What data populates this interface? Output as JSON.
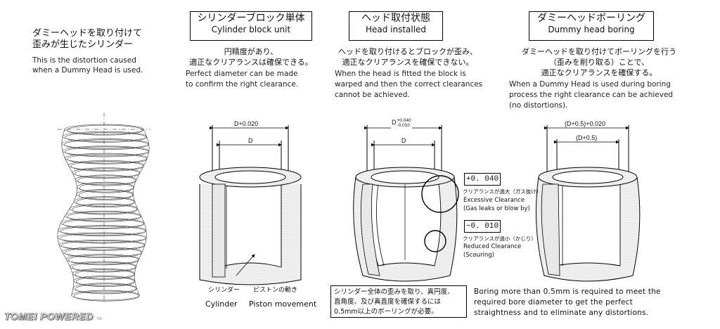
{
  "intro": {
    "jp_line1": "ダミーヘッドを取り付けて",
    "jp_line2": "歪みが生じたシリンダー",
    "en_line1": "This is the distortion caused",
    "en_line2": "when a Dummy Head is used."
  },
  "panels": [
    {
      "title_jp": "シリンダーブロック単体",
      "title_en": "Cylinder block unit",
      "desc_jp": [
        "円精度があり、",
        "適正なクリアランスは確保できる。"
      ],
      "desc_en": [
        "Perfect diameter can be made",
        "to confirm the right clearance."
      ],
      "dim_outer": "D+0.020",
      "dim_inner": "D"
    },
    {
      "title_jp": "ヘッド取付状態",
      "title_en": "Head installed",
      "desc_jp": [
        "ヘッドを取り付けるとブロックが歪み、",
        "適正なクリアランスを確保できない。"
      ],
      "desc_en": [
        "When the head is fitted the block is",
        "warped and then the correct clearances",
        "cannot be achieved."
      ],
      "dim_outer": "D",
      "dim_outer_sup": "+0.040",
      "dim_outer_sub": "-0.010",
      "dim_inner": "D"
    },
    {
      "title_jp": "ダミーヘッドボーリング",
      "title_en": "Dummy head boring",
      "desc_jp": [
        "ダミーヘッドを取り付けてボーリングを行う",
        "（歪みを削り取る）ことで、",
        "適正なクリアランスを確保する。"
      ],
      "desc_en": [
        "When a Dummy Head is used during boring",
        "process the right clearance can be achieved",
        "(no distortions)."
      ],
      "dim_outer": "(D+0.5)+0.020",
      "dim_inner": "(D+0.5)"
    }
  ],
  "callouts": {
    "excess_value": "+0. 040",
    "excess_jp": "クリアランスが過大（ガス抜け）",
    "excess_en1": "Excessive Clearance",
    "excess_en2": "(Gas leaks or blow by)",
    "reduced_value": "−0. 010",
    "reduced_jp": "クリアランスが過小（かじり）",
    "reduced_en1": "Reduced Clearance",
    "reduced_en2": "(Scouring)"
  },
  "labels": {
    "cylinder_jp": "シリンダー",
    "piston_jp": "ピストンの動き",
    "cylinder_en": "Cylinder",
    "piston_en": "Piston movement"
  },
  "footer": {
    "note_jp": [
      "シリンダー全体の歪みを取り、真円度、",
      "直角度、及び真直度を確保するには",
      "0.5mm以上のボーリングが必要。"
    ],
    "note_en": [
      "Boring more than 0.5mm is required to meet the",
      "required bore diameter to get the perfect",
      "straightness and to eliminate any distortions."
    ]
  },
  "logo": {
    "text": "TOMEI POWERED",
    "sub": "INC"
  }
}
